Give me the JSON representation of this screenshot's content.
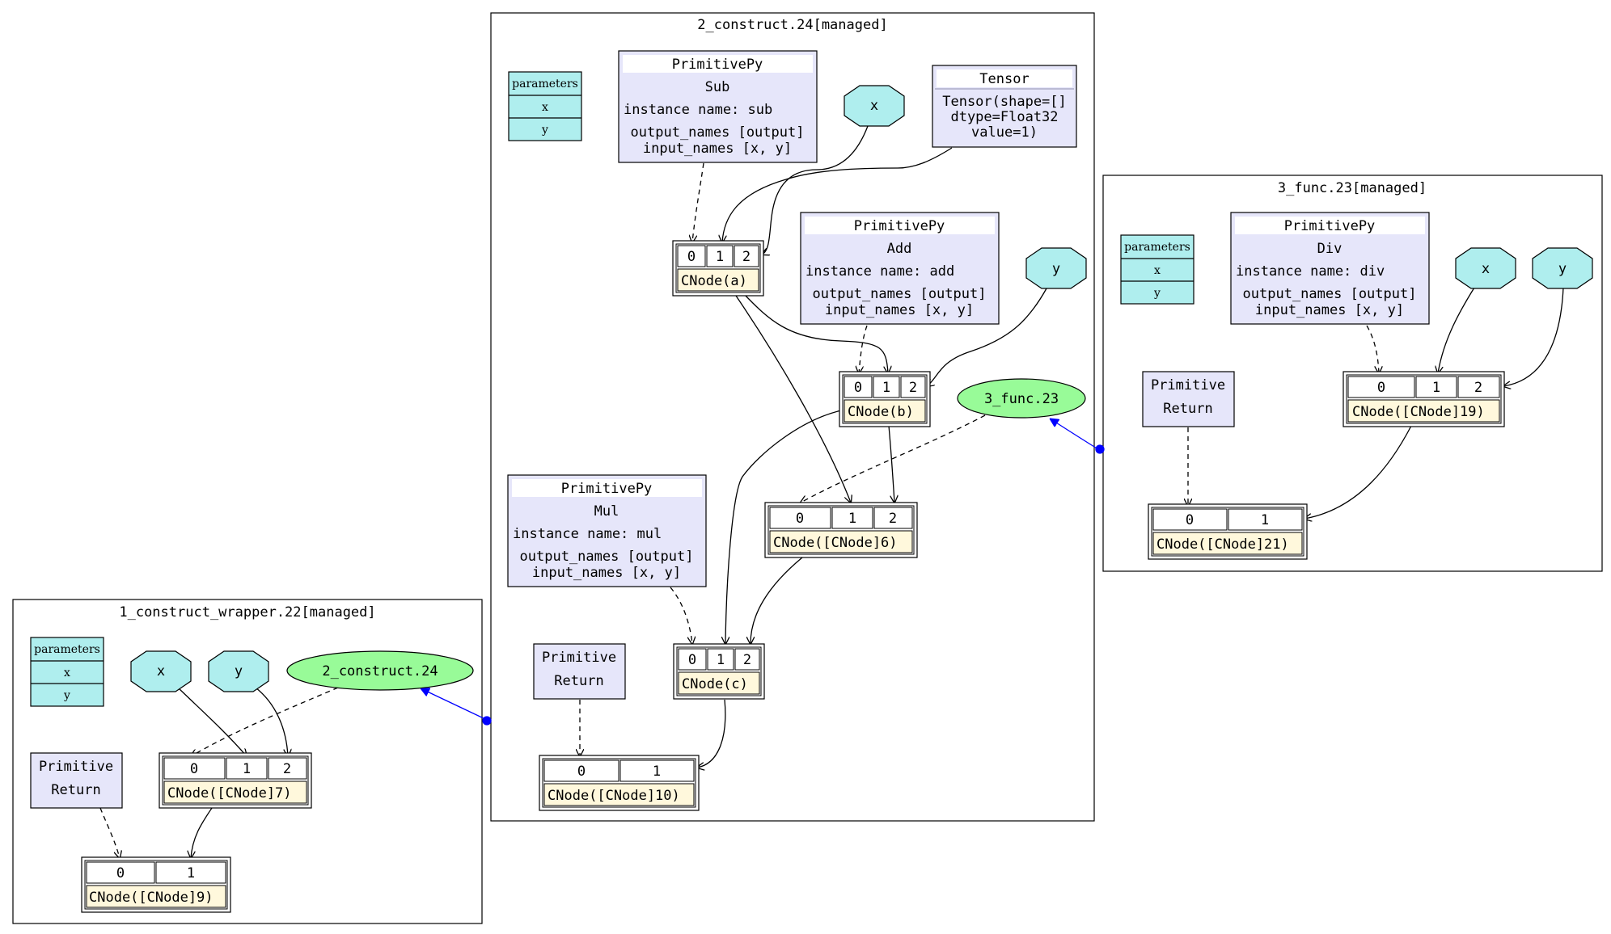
{
  "colors": {
    "param": "#afeeee",
    "prim": "#e6e6fa",
    "cnode": "#fff8dc",
    "func": "#98fb98",
    "link": "#0000ff",
    "line": "#000000"
  },
  "clusters": {
    "wrapper": {
      "title": "1_construct_wrapper.22[managed]"
    },
    "construct": {
      "title": "2_construct.24[managed]"
    },
    "func": {
      "title": "3_func.23[managed]"
    }
  },
  "params": {
    "header": "parameters",
    "x": "x",
    "y": "y"
  },
  "prims": {
    "header": "PrimitivePy",
    "sub": {
      "name": "Sub",
      "instance": "instance name: sub",
      "outputs": "output_names [output]",
      "inputs": "input_names [x, y]"
    },
    "add": {
      "name": "Add",
      "instance": "instance name: add",
      "outputs": "output_names [output]",
      "inputs": "input_names [x, y]"
    },
    "mul": {
      "name": "Mul",
      "instance": "instance name: mul",
      "outputs": "output_names [output]",
      "inputs": "input_names [x, y]"
    },
    "div": {
      "name": "Div",
      "instance": "instance name: div",
      "outputs": "output_names [output]",
      "inputs": "input_names [x, y]"
    }
  },
  "returns": {
    "line1": "Primitive",
    "line2": "Return"
  },
  "tensor": {
    "header": "Tensor",
    "l1": "Tensor(shape=[]",
    "l2": "dtype=Float32",
    "l3": "value=1)"
  },
  "ports": {
    "p0": "0",
    "p1": "1",
    "p2": "2"
  },
  "cnodes": {
    "a": "CNode(a)",
    "b": "CNode(b)",
    "c": "CNode(c)",
    "n6": "CNode([CNode]6)",
    "n7": "CNode([CNode]7)",
    "n9": "CNode([CNode]9)",
    "n10": "CNode([CNode]10)",
    "n19": "CNode([CNode]19)",
    "n21": "CNode([CNode]21)"
  },
  "funcs": {
    "construct": "2_construct.24",
    "func": "3_func.23"
  }
}
